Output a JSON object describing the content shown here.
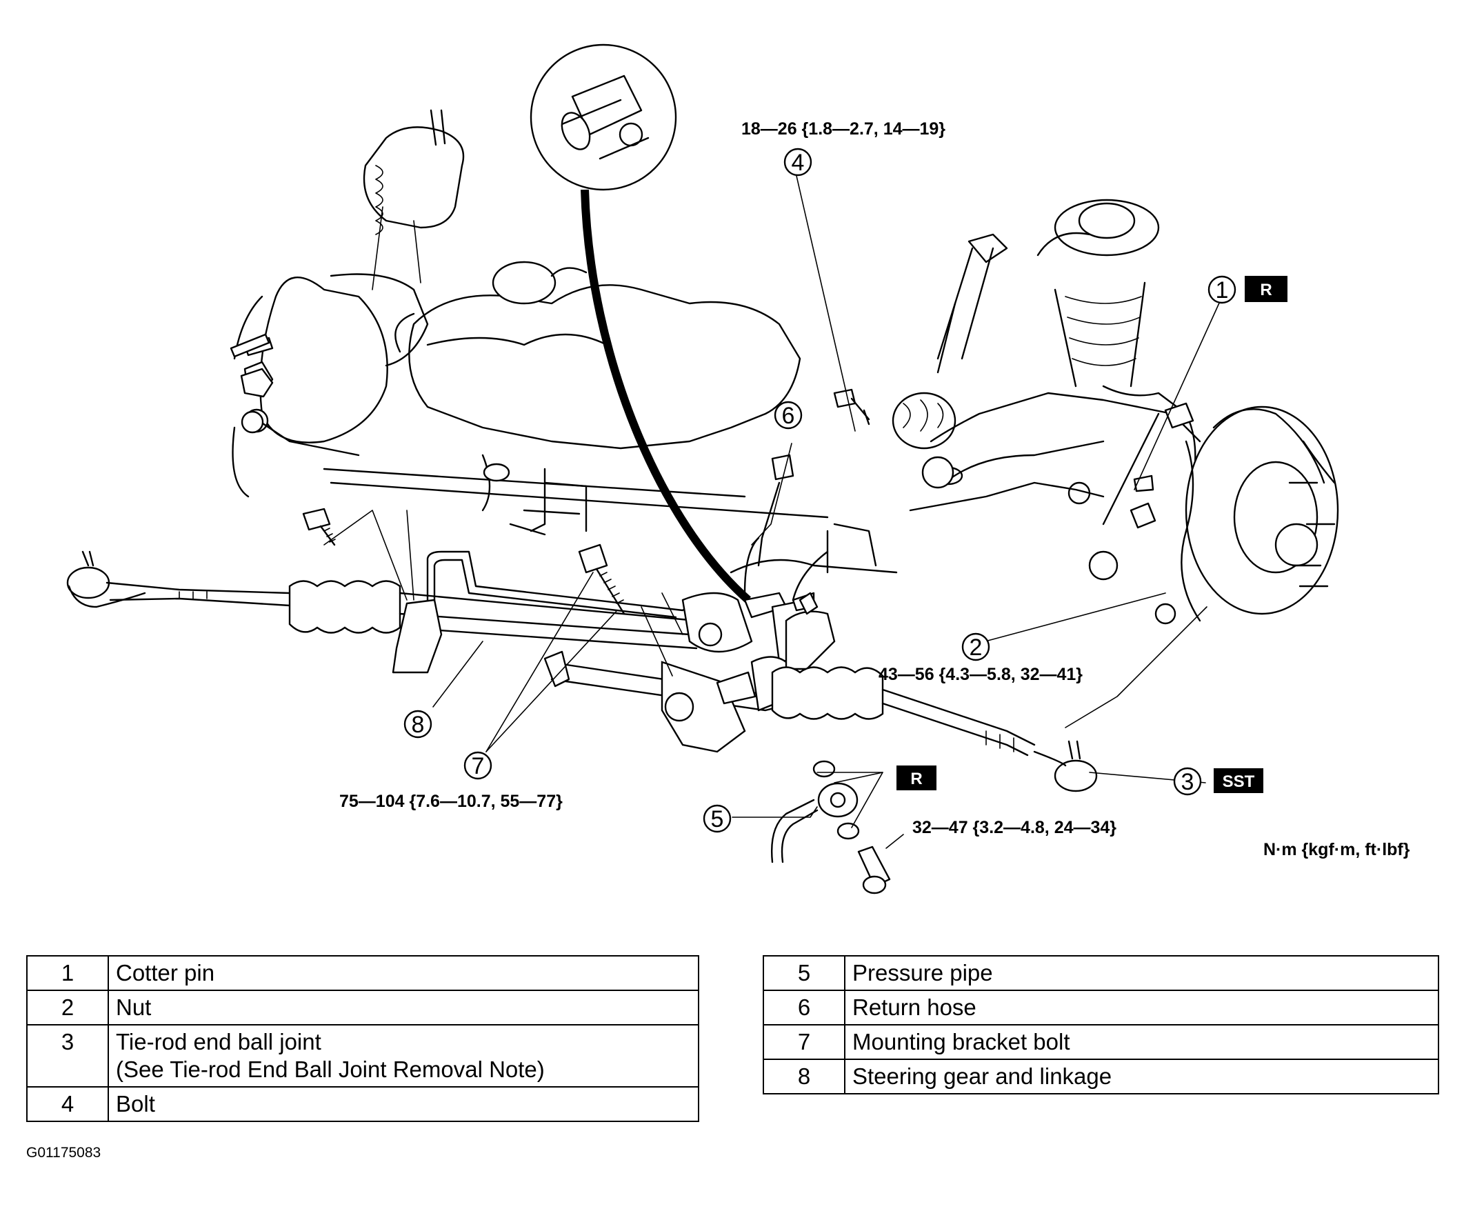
{
  "diagram": {
    "torque_specs": {
      "bolt_4": "18—26 {1.8—2.7, 14—19}",
      "nut_2": "43—56 {4.3—5.8, 32—41}",
      "bracket_7": "75—104 {7.6—10.7, 55—77}",
      "pipe_5": "32—47 {3.2—4.8, 24—34}"
    },
    "units_note": "N·m {kgf·m, ft·lbf}",
    "callouts": [
      "1",
      "2",
      "3",
      "4",
      "5",
      "6",
      "7",
      "8"
    ],
    "tags": {
      "replace_1": "R",
      "replace_5": "R",
      "special_tool_3": "SST"
    }
  },
  "legend": {
    "left": [
      {
        "num": "1",
        "desc": "Cotter pin"
      },
      {
        "num": "2",
        "desc": "Nut"
      },
      {
        "num": "3",
        "desc": "Tie-rod end ball joint",
        "desc2": "(See Tie-rod End Ball Joint Removal Note)"
      },
      {
        "num": "4",
        "desc": "Bolt"
      }
    ],
    "right": [
      {
        "num": "5",
        "desc": "Pressure pipe"
      },
      {
        "num": "6",
        "desc": "Return hose"
      },
      {
        "num": "7",
        "desc": "Mounting bracket bolt"
      },
      {
        "num": "8",
        "desc": "Steering gear and linkage"
      }
    ]
  },
  "figure_id": "G01175083"
}
